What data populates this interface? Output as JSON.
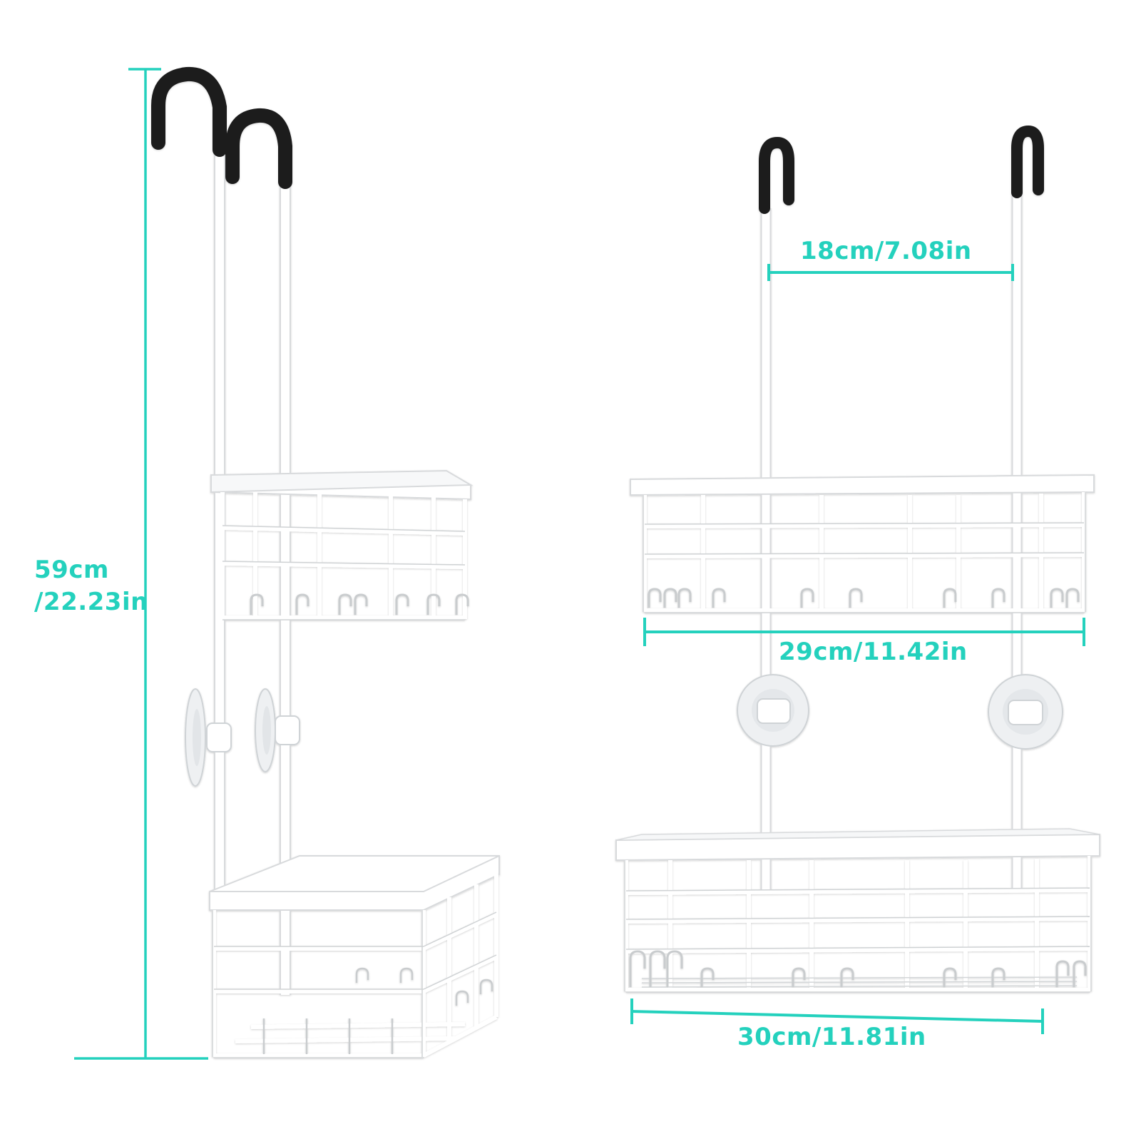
{
  "colors": {
    "accent": "#24d1bd",
    "rack": "#ffffff",
    "rack_outline": "#d8dadc",
    "hook_tip": "#1d1d1d",
    "suction_cup": "#eef0f2"
  },
  "dimensions": {
    "height_cm": "59cm",
    "height_in": "/22.23in",
    "hook_spacing": "18cm/7.08in",
    "top_basket_width": "29cm/11.42in",
    "bottom_basket_width": "30cm/11.81in"
  },
  "product": {
    "views": [
      "side-view",
      "front-view"
    ],
    "baskets": 2,
    "hooks": 2,
    "suction_cups": 2
  }
}
